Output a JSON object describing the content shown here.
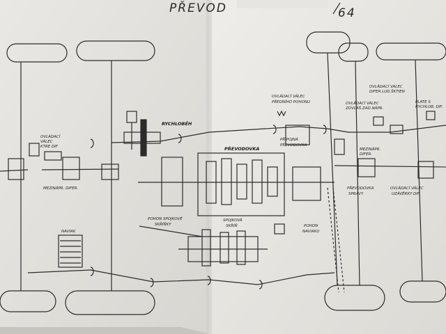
{
  "title": {
    "left": "PŘEVOD",
    "right": "64"
  },
  "labels": {
    "rychlobeh": "RYCHLOBĚH",
    "prevodovka": "PŘEVODOVKA",
    "ovladaci_valec_predniho_pohonu_1": "OVLÁDACÍ VÁLEC",
    "ovladaci_valec_predniho_pohonu_2": "PŘEDNÍHO POHONU",
    "pripojna_prevodovka_1": "PŘÍPOJNÁ",
    "pripojna_prevodovka_2": "PŘEVODOVKA",
    "ovladaci_valec_left_1": "OVLÁDACÍ",
    "ovladaci_valec_left_2": "VÁLEC",
    "ovladaci_valec_left_3": "KTRE DIF",
    "mezinapr_left": "MEZINÁPR. DIFER.",
    "pohon_spojkove_1": "POHON SPOJKOVÉ",
    "pohon_spojkove_2": "SKŘÍŇKY",
    "spojkova_skrin_1": "SPOJKOVÁ",
    "spojkova_skrin_2": "SKŘÍŇ",
    "pohon_naviaku_1": "POHON",
    "pohon_naviaku_2": "NAVIAKU",
    "naviak": "NAVIAK",
    "ovladaci_right_a_1": "OVLÁDACÍ VÁLEC",
    "ovladaci_right_a_2": "ZOVLÁŠ.ZAD.NÁPR.",
    "ovladaci_right_b_1": "OVLÁDACÍ VALEC",
    "ovladaci_right_b_2": "DIFER.LUD.ŠKTIEN",
    "plate_rychlobehu_1": "PLATE S",
    "plate_rychlobehu_2": "RYCHLOB. DIF.",
    "mezinapr_right_1": "MEZINÁPR.",
    "mezinapr_right_2": "DIFER.",
    "prevodovka_spravy_1": "PŘEVODOVKA",
    "prevodovka_spravy_2": "SPRÁVY",
    "ovladaci_right_c_1": "OVLÁDACÍ VÁLEC",
    "ovladaci_right_c_2": "UZÁVĚRKY DIF."
  }
}
